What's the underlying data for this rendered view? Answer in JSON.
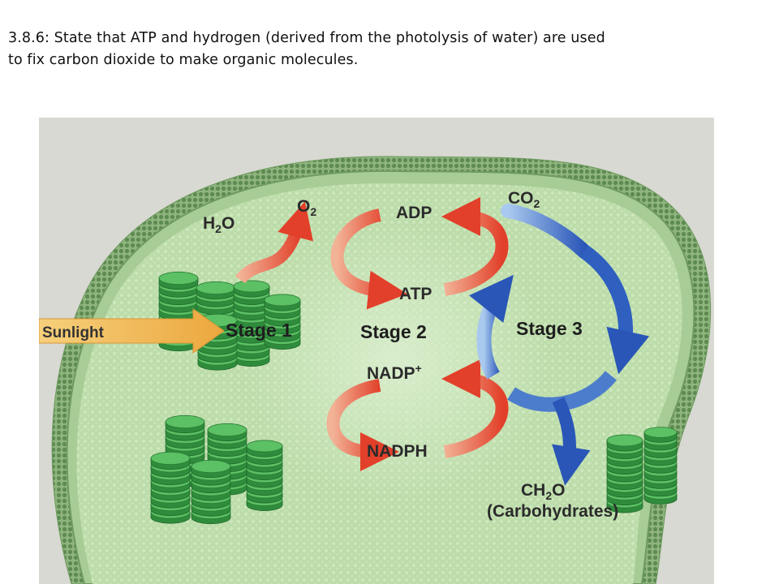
{
  "title": {
    "line1": "3.8.6: State that ATP and hydrogen (derived from the photolysis of water) are used",
    "line2": "to fix carbon dioxide to make organic molecules."
  },
  "diagram": {
    "sunlight": "Sunlight",
    "stage1": "Stage 1",
    "stage2": "Stage 2",
    "stage3": "Stage 3",
    "h2o": {
      "base": "H",
      "sub": "2",
      "rest": "O"
    },
    "o2": {
      "base": "O",
      "sub": "2"
    },
    "co2": {
      "base": "CO",
      "sub": "2"
    },
    "adp": "ADP",
    "atp": "ATP",
    "nadp": {
      "base": "NADP",
      "sup": "+"
    },
    "nadph": "NADPH",
    "ch2o": {
      "base": "CH",
      "sub": "2",
      "rest": "O"
    },
    "carbohydrates": "(Carbohydrates)"
  },
  "colors": {
    "background": "#ffffff",
    "figure_bg": "#d9d9d3",
    "stroma": "#b9d9a6",
    "membrane": "#7aa86a",
    "thylakoid": "#3ea548",
    "red_arrow": "#e24a2e",
    "blue_arrow": "#2a56b8",
    "sunlight_arrow": "#f0b24a"
  }
}
